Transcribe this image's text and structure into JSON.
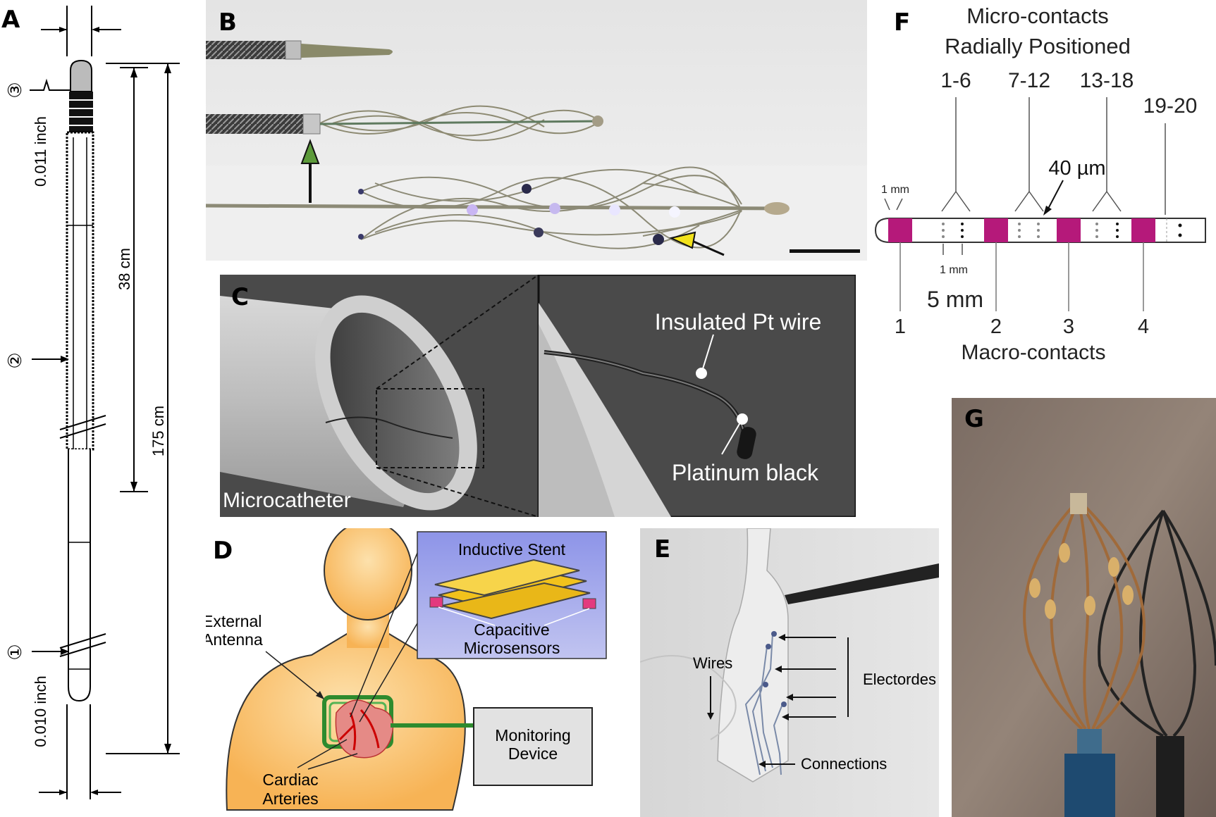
{
  "panel_labels": {
    "a": "A",
    "b": "B",
    "c": "C",
    "d": "D",
    "e": "E",
    "f": "F",
    "g": "G"
  },
  "panel_a": {
    "callout_3": "③",
    "callout_2": "②",
    "callout_1": "①",
    "dim_tip_width": "0.011 inch",
    "dim_tail_width": "0.010 inch",
    "dim_38": "38 cm",
    "dim_175": "175 cm"
  },
  "panel_c": {
    "main_label": "Microcatheter",
    "zoom_label_1": "Insulated Pt wire",
    "zoom_label_2": "Platinum black",
    "background_color": "#4a4a4a"
  },
  "panel_d": {
    "stent_label": "Inductive Stent",
    "sensor_label_1": "Capacitive",
    "sensor_label_2": "Microsensors",
    "antenna_label_1": "External",
    "antenna_label_2": "Antenna",
    "monitor_label_1": "Monitoring",
    "monitor_label_2": "Device",
    "arteries_label_1": "Cardiac",
    "arteries_label_2": "Arteries",
    "skin_color": "#f9c173",
    "inset_color": "#8f96e6"
  },
  "panel_e": {
    "wires_label": "Wires",
    "electrodes_label": "Electordes",
    "connections_label": "Connections"
  },
  "panel_f": {
    "title_line1": "Micro-contacts",
    "title_line2": "Radially Positioned",
    "group_1": "1-6",
    "group_2": "7-12",
    "group_3": "13-18",
    "group_4": "19-20",
    "dim_40um": "40 µm",
    "dim_1mm_a": "1 mm",
    "dim_1mm_b": "1 mm",
    "dim_5mm": "5 mm",
    "macro_1": "1",
    "macro_2": "2",
    "macro_3": "3",
    "macro_4": "4",
    "bottom_label": "Macro-contacts",
    "macro_color": "#b5197a"
  }
}
